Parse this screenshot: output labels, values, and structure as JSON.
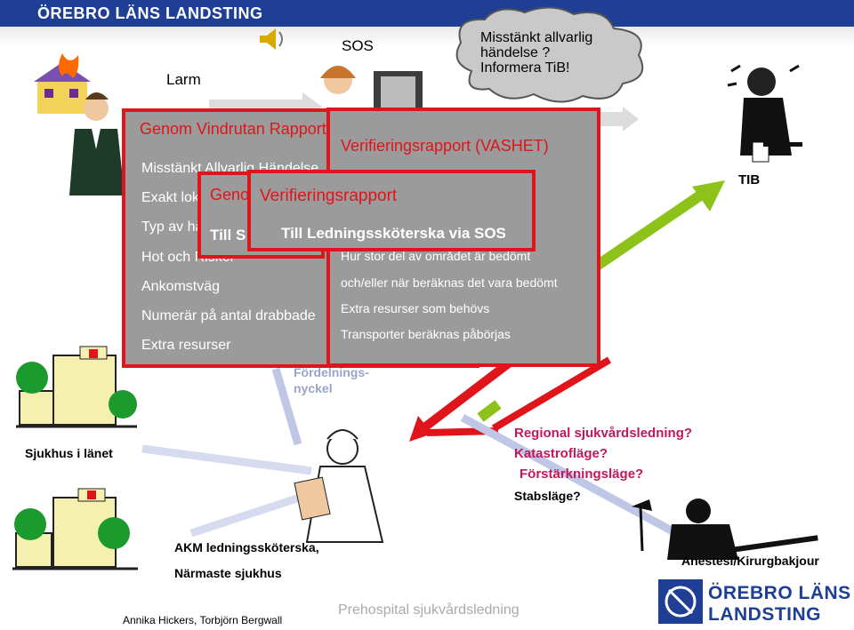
{
  "header": {
    "brand": "ÖREBRO LÄNS LANDSTING"
  },
  "labels": {
    "larm": "Larm",
    "sos": "SOS",
    "tib": "TIB",
    "fordelning": "Fördelnings-\nnyckel",
    "sjukhus_lanet": "Sjukhus i länet",
    "akm_line1": "AKM ledningssköterska,",
    "akm_line2": "Närmaste sjukhus",
    "anestesi": "Anestesi/Kirurgbakjour"
  },
  "cloud": {
    "text": "Misstänkt allvarlig\nhändelse ?\nInformera TiB!"
  },
  "questions": {
    "q1": "Regional sjukvårdsledning?",
    "q2": "Katastrofläge?",
    "q3": "Förstärkningsläge?",
    "q4": "Stabsläge?"
  },
  "box_rapport": {
    "title": "Genom Vindrutan Rapport",
    "items": [
      "Misstänkt Allvarlig Händelse",
      "Exakt lokalisation",
      "Typ av händelse",
      "Hot och Risker",
      "Ankomstväg",
      "Numerär på antal drabbade",
      "Extra resurser"
    ]
  },
  "box_vashet": {
    "title": "Verifieringsrapport (VASHET)",
    "items": [
      "Hur stor del av området är bedömt",
      "och/eller när beräknas det vara bedömt",
      "Extra resurser som behövs",
      "Transporter beräknas påbörjas"
    ]
  },
  "box_small": {
    "title": "Genom",
    "sub": "Till S"
  },
  "box_verif": {
    "title": "Verifieringsrapport",
    "sub": "Till Ledningssköterska via SOS"
  },
  "footer": {
    "authors": "Annika Hickers, Torbjörn Bergwall",
    "center": "Prehospital sjukvårdsledning"
  },
  "logo": {
    "line1": "ÖREBRO LÄNS",
    "line2": "LANDSTING"
  },
  "colors": {
    "brand_blue": "#1f3f94",
    "box_red": "#e0141b",
    "box_grey": "#9b9b9b",
    "arrow_green": "#8cc21a",
    "question_pink": "#c2185b"
  }
}
